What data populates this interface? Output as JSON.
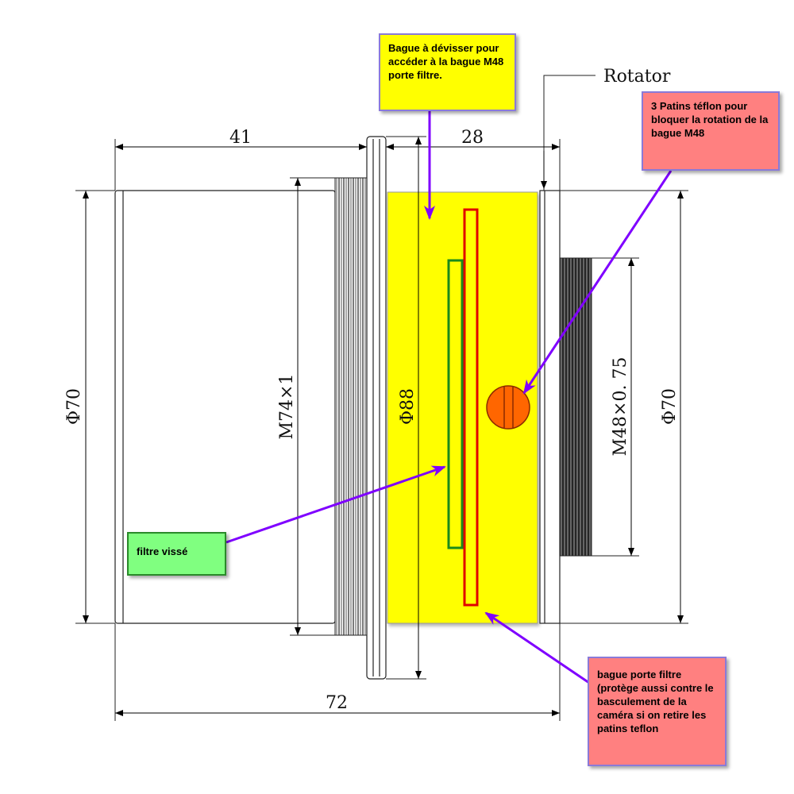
{
  "dimensions": {
    "len_left": "41",
    "len_right": "28",
    "len_total": "72",
    "rotator": "Rotator",
    "dia_left": "Φ70",
    "thread_left": "M74×1",
    "dia_flange": "Φ88",
    "thread_right": "M48×0. 75",
    "dia_right": "Φ70"
  },
  "callouts": {
    "ring_unscrew": "Bague à dévisser pour accéder à la bague M48 porte filtre.",
    "teflon_pads": "3 Patins téflon pour bloquer la rotation de la bague M48",
    "filter": "filtre vissé",
    "filter_ring": "bague porte filtre (protège aussi contre le basculement de la caméra si on retire les patins teflon"
  },
  "colors": {
    "yellow_ring": "#ffff00",
    "callout_yellow": "#ffff00",
    "callout_pink": "#ff8080",
    "callout_green": "#80ff80",
    "arrow": "#7f00ff",
    "pad": "#ff6600"
  }
}
